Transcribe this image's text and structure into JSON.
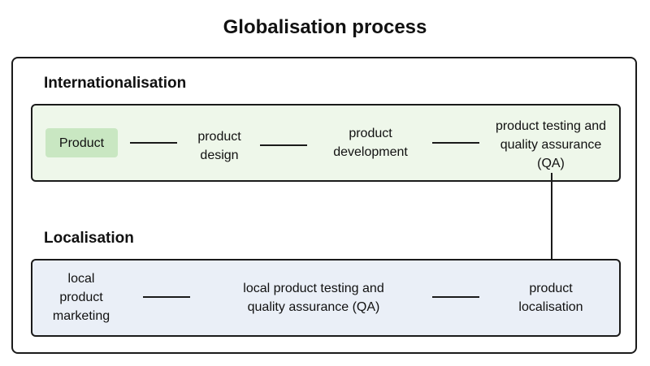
{
  "title": "Globalisation process",
  "internationalisation": {
    "label": "Internationalisation",
    "fill_color": "#eef7ea",
    "start_fill_color": "#c9e7c2",
    "steps": [
      "Product",
      "product design",
      "product development",
      "product testing and quality assurance (QA)"
    ]
  },
  "localisation": {
    "label": "Localisation",
    "fill_color": "#eaeff7",
    "steps": [
      "local product marketing",
      "local product testing and quality assurance (QA)",
      "product localisation"
    ]
  }
}
